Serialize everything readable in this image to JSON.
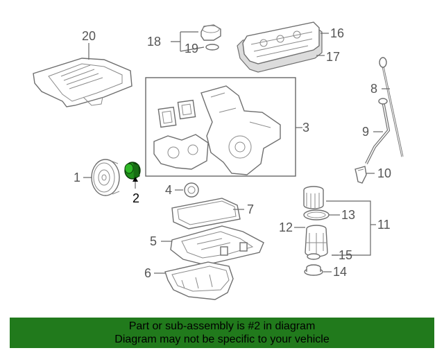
{
  "callouts": {
    "c1": "1",
    "c2": "2",
    "c3": "3",
    "c4": "4",
    "c5": "5",
    "c6": "6",
    "c7": "7",
    "c8": "8",
    "c9": "9",
    "c10": "10",
    "c11": "11",
    "c12": "12",
    "c13": "13",
    "c14": "14",
    "c15": "15",
    "c16": "16",
    "c17": "17",
    "c18": "18",
    "c19": "19",
    "c20": "20"
  },
  "footer": {
    "line1": "Part or sub-assembly is #2 in diagram",
    "line2": "Diagram may not be specific to your vehicle"
  },
  "colors": {
    "highlight_part": "#1f8f1a",
    "footer_bg": "#217a1c"
  }
}
